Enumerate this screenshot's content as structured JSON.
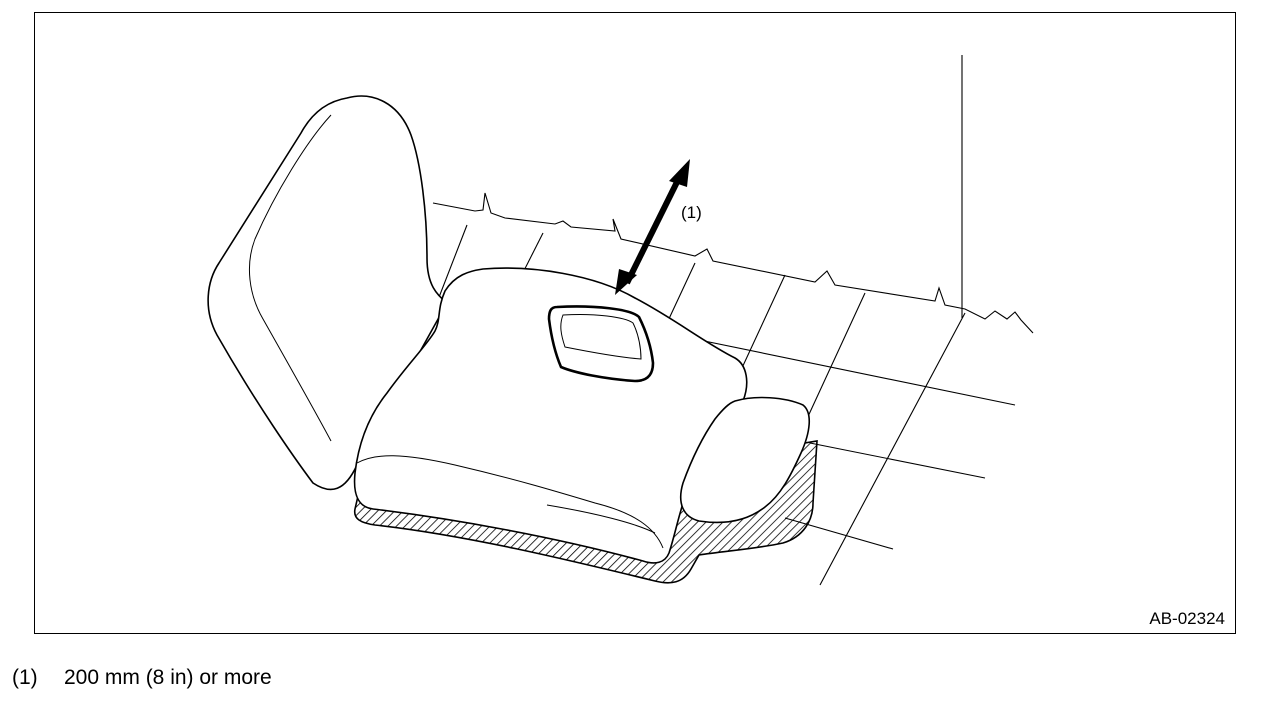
{
  "figure": {
    "callout_label": "(1)",
    "figure_code": "AB-02324"
  },
  "caption": {
    "number": "(1)",
    "text": "200 mm (8 in) or more"
  },
  "colors": {
    "line": "#000000",
    "background": "#ffffff"
  },
  "icons": [
    "double-headed-arrow-icon"
  ]
}
